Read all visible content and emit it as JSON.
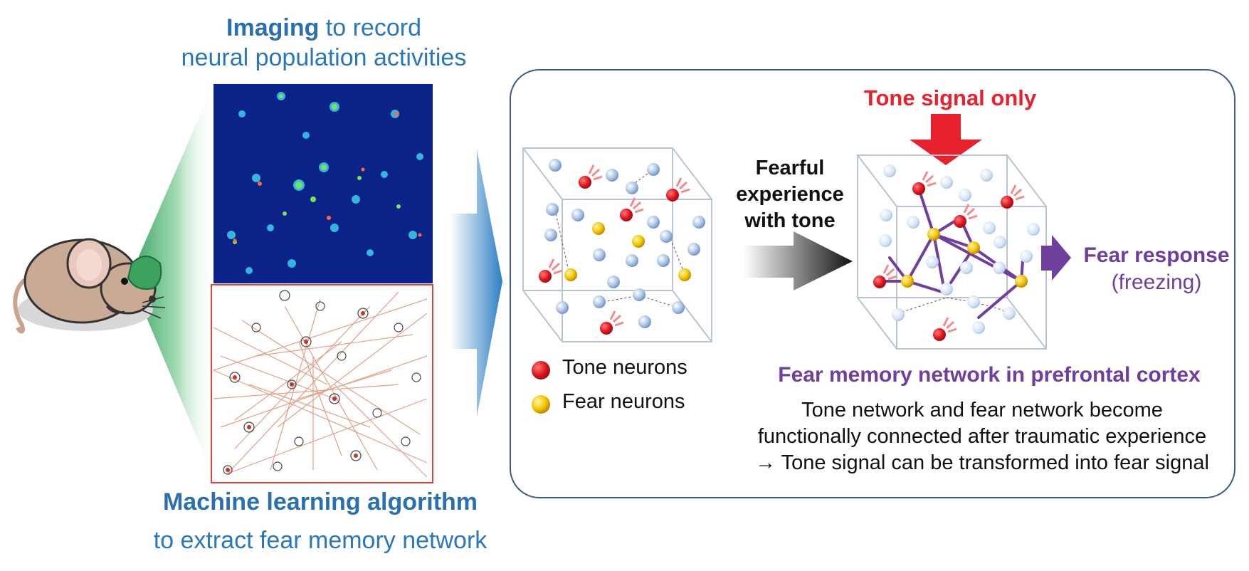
{
  "imaging": {
    "bold": "Imaging",
    "rest": " to record",
    "line2": "neural population activities"
  },
  "ml": {
    "title": "Machine learning algorithm",
    "subtitle": "to extract fear memory network"
  },
  "flow": {
    "tone_signal": "Tone signal only",
    "fearful_line1": "Fearful",
    "fearful_line2": "experience",
    "fearful_line3": "with tone",
    "fear_response": "Fear response",
    "freezing": "(freezing)"
  },
  "legend": {
    "tone": "Tone neurons",
    "fear": "Fear neurons"
  },
  "network": {
    "title": "Fear memory network in prefrontal cortex",
    "desc_line1": "Tone network and fear network become",
    "desc_line2": "functionally connected after traumatic experience",
    "desc_line3": "→  Tone signal can be transformed into fear signal"
  },
  "colors": {
    "tone_neuron": "#e0151e",
    "fear_neuron": "#f2c400",
    "other_neuron": "#9cb9e0",
    "network_link": "#6e3f9c",
    "arrow_red": "#e8222c",
    "panel_border": "#3a5b8a",
    "title_blue": "#2a6fae",
    "purple": "#6e3f9c"
  }
}
